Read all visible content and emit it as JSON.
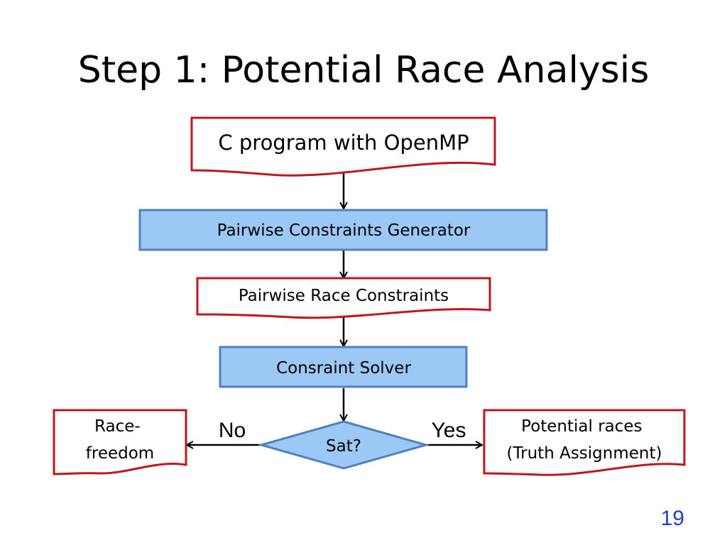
{
  "slide": {
    "title": "Step 1: Potential Race Analysis",
    "page_number": "19"
  },
  "nodes": {
    "input": "C program with OpenMP",
    "generator": "Pairwise Constraints Generator",
    "constraints": "Pairwise Race Constraints",
    "solver": "Consraint Solver",
    "decision": "Sat?",
    "race_freedom": [
      "Race-",
      "freedom"
    ],
    "potential_races": [
      "Potential races",
      "(Truth Assignment)"
    ]
  },
  "edges": {
    "no_label": "No",
    "yes_label": "Yes"
  },
  "colors": {
    "document_border": "#c0161c",
    "process_fill": "#9cc8f5",
    "process_border": "#4f81bd",
    "arrow": "#000000",
    "page_number": "#1f3fd1"
  }
}
